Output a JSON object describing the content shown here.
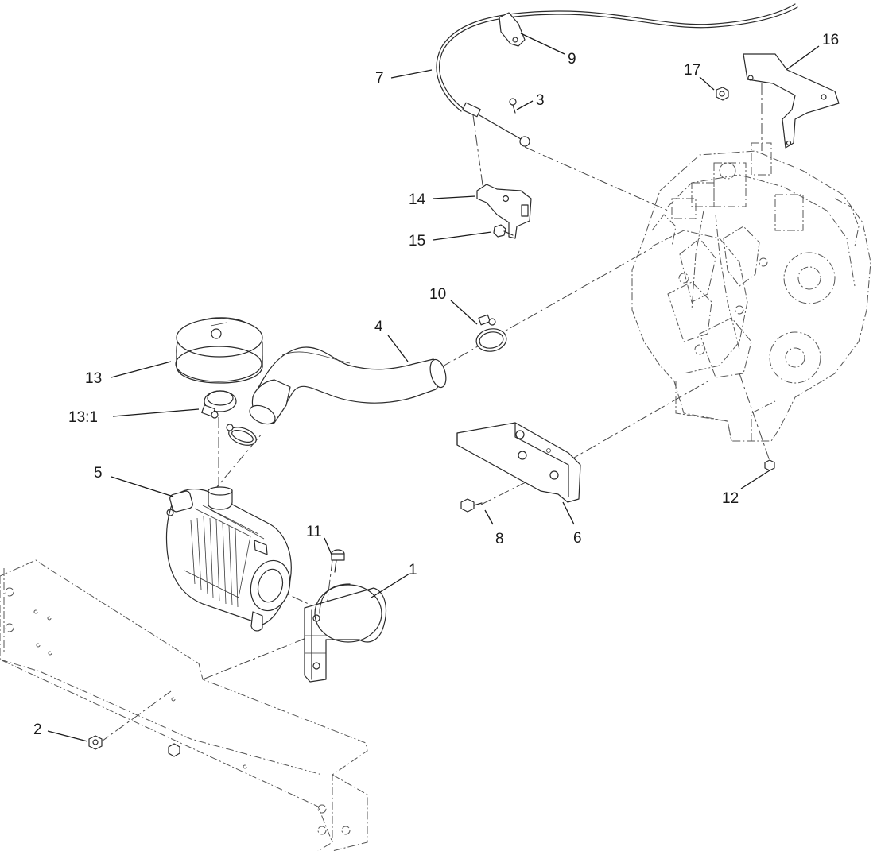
{
  "callouts": {
    "c1": "1",
    "c2": "2",
    "c3": "3",
    "c4": "4",
    "c5": "5",
    "c6": "6",
    "c7": "7",
    "c8": "8",
    "c9": "9",
    "c10": "10",
    "c11": "11",
    "c12": "12",
    "c13": "13",
    "c13_1": "13:1",
    "c14": "14",
    "c15": "15",
    "c16": "16",
    "c17": "17"
  }
}
